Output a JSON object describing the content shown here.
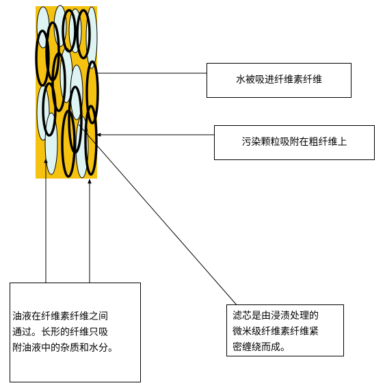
{
  "colors": {
    "filter_background": "#f5c210",
    "fiber_fill": "#ddf4f2",
    "thin_fiber_stroke": "#000000",
    "thick_fiber_stroke": "#000000"
  },
  "labels": {
    "water_absorbed": "水被吸进纤维素纤维",
    "pollutant_adsorbed": "污染颗粒吸附在粗纤维上",
    "filter_core": [
      "滤芯是由浸渍处理的",
      "微米级纤维素纤维紧",
      "密缠绕而成。"
    ],
    "oil_flow": [
      "油液在纤维素纤维之间",
      "通过。长形的纤维只吸",
      "附油液中的杂质和水分。"
    ]
  }
}
